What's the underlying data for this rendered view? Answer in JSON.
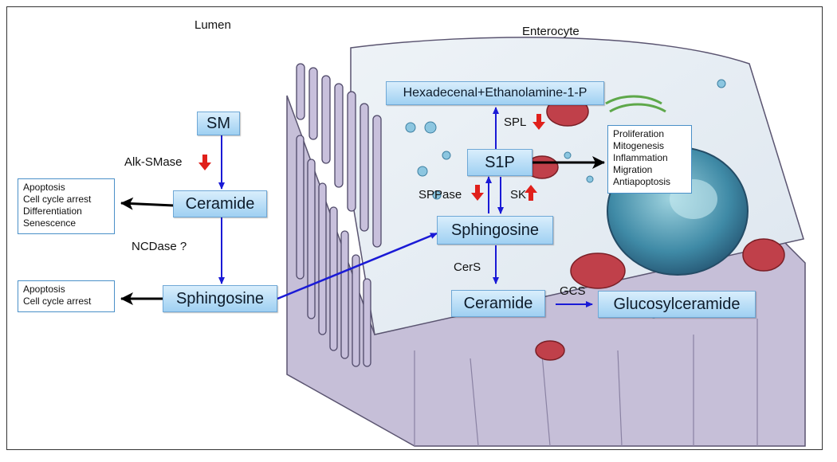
{
  "headers": {
    "lumen": "Lumen",
    "enterocyte": "Enterocyte"
  },
  "molecules": {
    "sm": "SM",
    "ceramide_lumen": "Ceramide",
    "sphingosine_lumen": "Sphingosine",
    "hexadecenal": "Hexadecenal+Ethanolamine-1-P",
    "s1p": "S1P",
    "sphingosine_cell": "Sphingosine",
    "ceramide_cell": "Ceramide",
    "glucosylceramide": "Glucosylceramide"
  },
  "enzymes": {
    "alk_smase": "Alk-SMase",
    "ncdase": "NCDase ?",
    "spl": "SPL",
    "sppase": "SPPase",
    "sk": "SK",
    "cers": "CerS",
    "gcs": "GCS"
  },
  "effects": {
    "ceramide": [
      "Apoptosis",
      "Cell cycle arrest",
      "Differentiation",
      "Senescence"
    ],
    "sphingosine": [
      "Apoptosis",
      "Cell cycle arrest"
    ],
    "s1p": [
      "Proliferation",
      "Mitogenesis",
      "Inflammation",
      "Migration",
      "Antiapoptosis"
    ]
  },
  "colors": {
    "pathway_arrow": "#1a1ad6",
    "effect_arrow": "#000000",
    "decrease_arrow": "#e0201b",
    "increase_arrow": "#e0201b",
    "box_fill": "#a9d6f5"
  }
}
